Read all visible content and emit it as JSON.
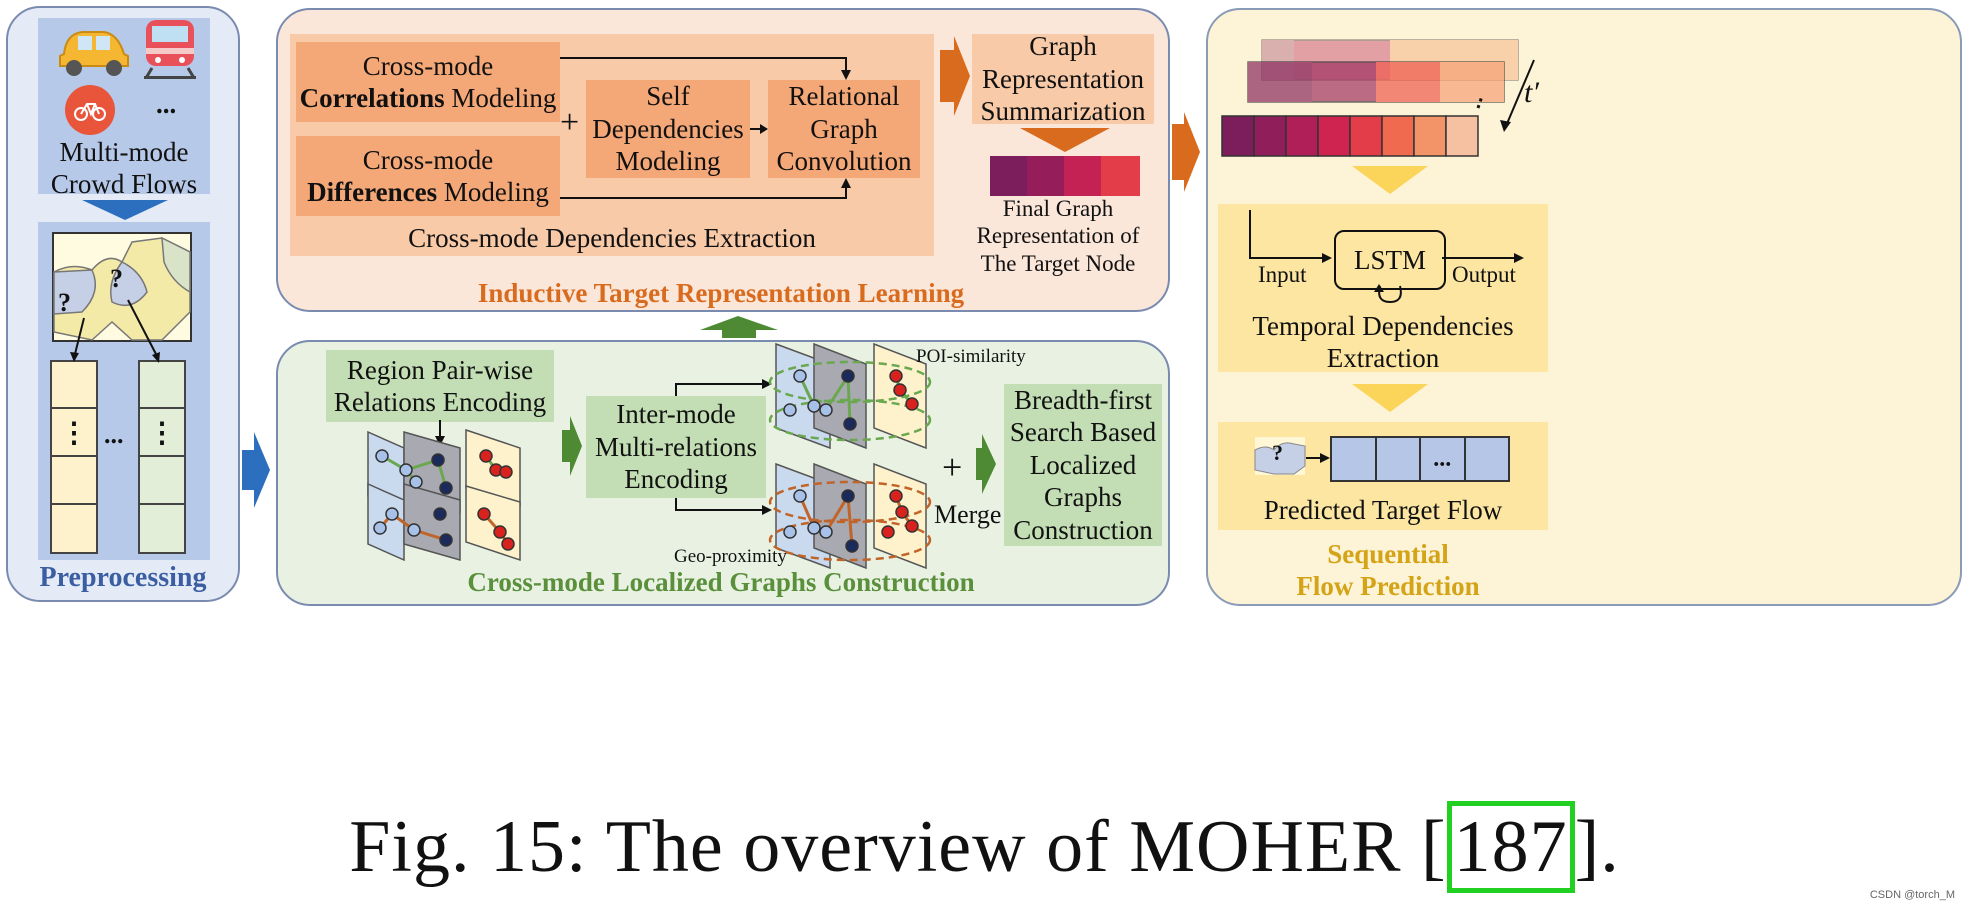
{
  "preprocessing": {
    "title": "Preprocessing",
    "flows_label": "Multi-mode Crowd Flows",
    "dots": "...",
    "col_dots": "⋮",
    "qmark": "?"
  },
  "inductive": {
    "title": "Inductive Target Representation Learning",
    "correlations_pre": "Cross-mode",
    "correlations_bold": "Correlations",
    "correlations_post": "Modeling",
    "differences_pre": "Cross-mode",
    "differences_bold": "Differences",
    "differences_post": "Modeling",
    "plus": "+",
    "self_dep": "Self Dependencies Modeling",
    "relational": "Relational Graph Convolution",
    "extraction": "Cross-mode Dependencies Extraction",
    "summarization": "Graph Representation Summarization",
    "final": "Final Graph Representation of The Target Node"
  },
  "localized": {
    "title": "Cross-mode Localized Graphs Construction",
    "pairwise": "Region Pair-wise Relations Encoding",
    "inter_mode": "Inter-mode Multi-relations Encoding",
    "poi": "POI-similarity",
    "geo": "Geo-proximity",
    "plus": "+",
    "merge": "Merge",
    "bfs": "Breadth-first Search Based Localized Graphs Construction"
  },
  "sequential": {
    "title_line1": "Sequential",
    "title_line2": "Flow Prediction",
    "t_prime": "t′",
    "lstm": "LSTM",
    "input": "Input",
    "output": "Output",
    "temporal": "Temporal Dependencies Extraction",
    "predicted": "Predicted Target Flow",
    "dots": "...",
    "qmark": "?"
  },
  "caption": {
    "text_before": "Fig. 15: The overview of MOHER [",
    "ref": "187",
    "text_after": "]."
  },
  "watermark": "CSDN @torch_M",
  "colors": {
    "accent_orange": "#d96b1f",
    "accent_green": "#4e8a34",
    "accent_blue": "#2b6fbe",
    "highlight_green": "#22d022"
  }
}
